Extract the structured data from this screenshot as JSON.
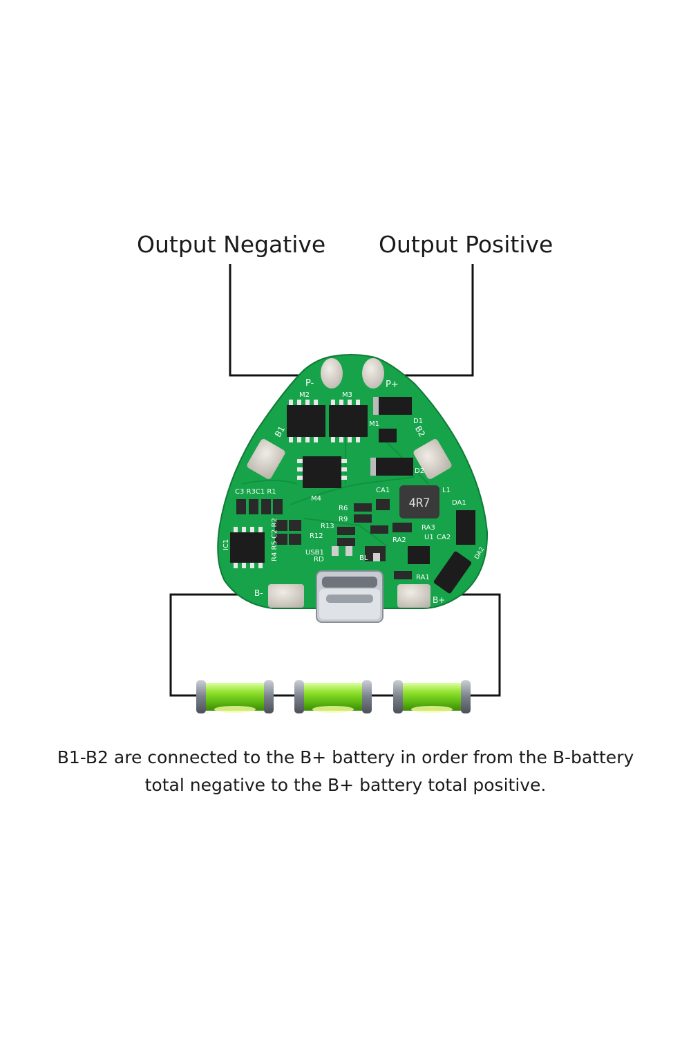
{
  "labels": {
    "output_negative": "Output Negative",
    "output_positive": "Output Positive"
  },
  "caption": {
    "line1": "B1-B2 are connected to the B+ battery in order from the B-battery",
    "line2": "total negative to the B+ battery total positive."
  },
  "board": {
    "silkscreen": {
      "p_minus": "P-",
      "p_plus": "P+",
      "b1": "B1",
      "b2": "B2",
      "b_minus": "B-",
      "b_plus": "B+",
      "m1": "M1",
      "m2": "M2",
      "m3": "M3",
      "m4": "M4",
      "d1": "D1",
      "d2": "D2",
      "l1": "L1",
      "ca1": "CA1",
      "ca2": "CA2",
      "da1": "DA1",
      "da2": "DA2",
      "ic1": "IC1",
      "u1": "U1",
      "usb1": "USB1",
      "r_group": "C3 R3C1 R1",
      "r_vertical": "R4 R5 C2 R2",
      "r6": "R6",
      "r9": "R9",
      "r13": "R13",
      "r12": "R12",
      "ra1": "RA1",
      "ra2": "RA2",
      "ra3": "RA3",
      "rd": "RD",
      "bl": "BL",
      "inductor_marking": "4R7"
    },
    "colors": {
      "pcb": "#17a34a",
      "pcb_dark": "#0f7a36",
      "pad": "#d8d4cc",
      "chip": "#1c1c1c",
      "silk": "#ffffff"
    }
  },
  "batteries": {
    "count": 3,
    "color": "#7ed321",
    "cap_color": "#8a8f99"
  },
  "wire_color": "#111111"
}
